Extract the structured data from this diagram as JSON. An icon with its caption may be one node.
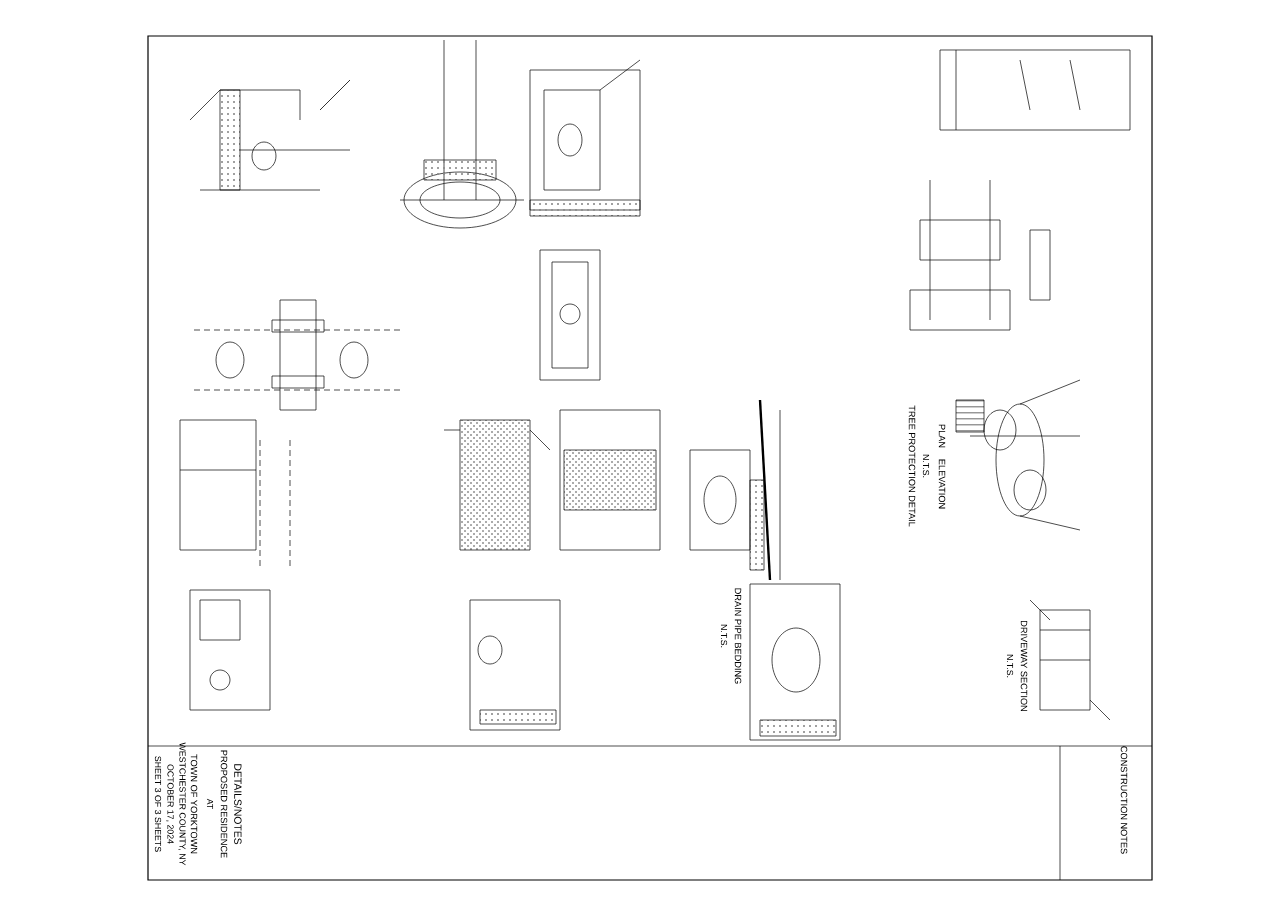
{
  "diagram": {
    "labels": [
      "TREE PROTECTION DETAIL",
      "N.T.S.",
      "PLAN",
      "ELEVATION",
      "DRIVEWAY SECTION",
      "N.T.S.",
      "DRAIN PIPE BEDDING",
      "N.T.S.",
      "CONSTRUCTION NOTES",
      "DETAILS/NOTES",
      "PROPOSED RESIDENCE",
      "AT",
      "TOWN OF YORKTOWN",
      "WESTCHESTER COUNTY, NY",
      "OCTOBER 17, 2024",
      "SHEET 3 OF 3 SHEETS"
    ]
  }
}
